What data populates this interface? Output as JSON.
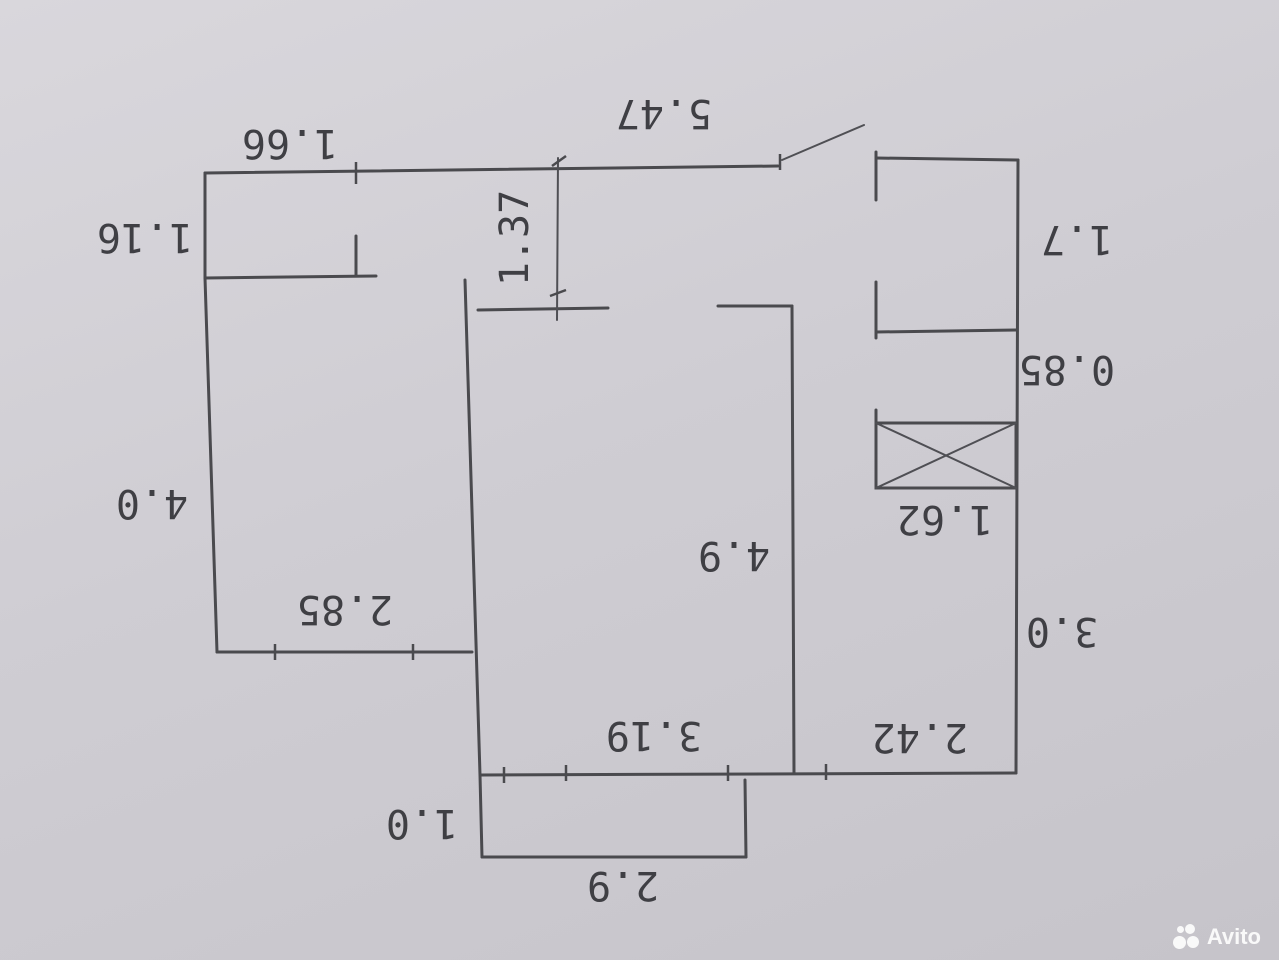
{
  "plan": {
    "dimensions": {
      "top_wall": "5.47",
      "top_left": "1.66",
      "left_short": "1.16",
      "left_long": "4.0",
      "left_bottom": "2.85",
      "inner_notch": "1.37",
      "center_height": "4.9",
      "center_bottom": "3.19",
      "balcony_height": "1.0",
      "balcony_width": "2.9",
      "right_top": "1.7",
      "right_mid": "0.85",
      "shaft_width": "1.62",
      "right_bottom_height": "3.0",
      "right_bottom_width": "2.42"
    }
  },
  "watermark": {
    "brand": "Avito",
    "color": "#ffffff"
  }
}
